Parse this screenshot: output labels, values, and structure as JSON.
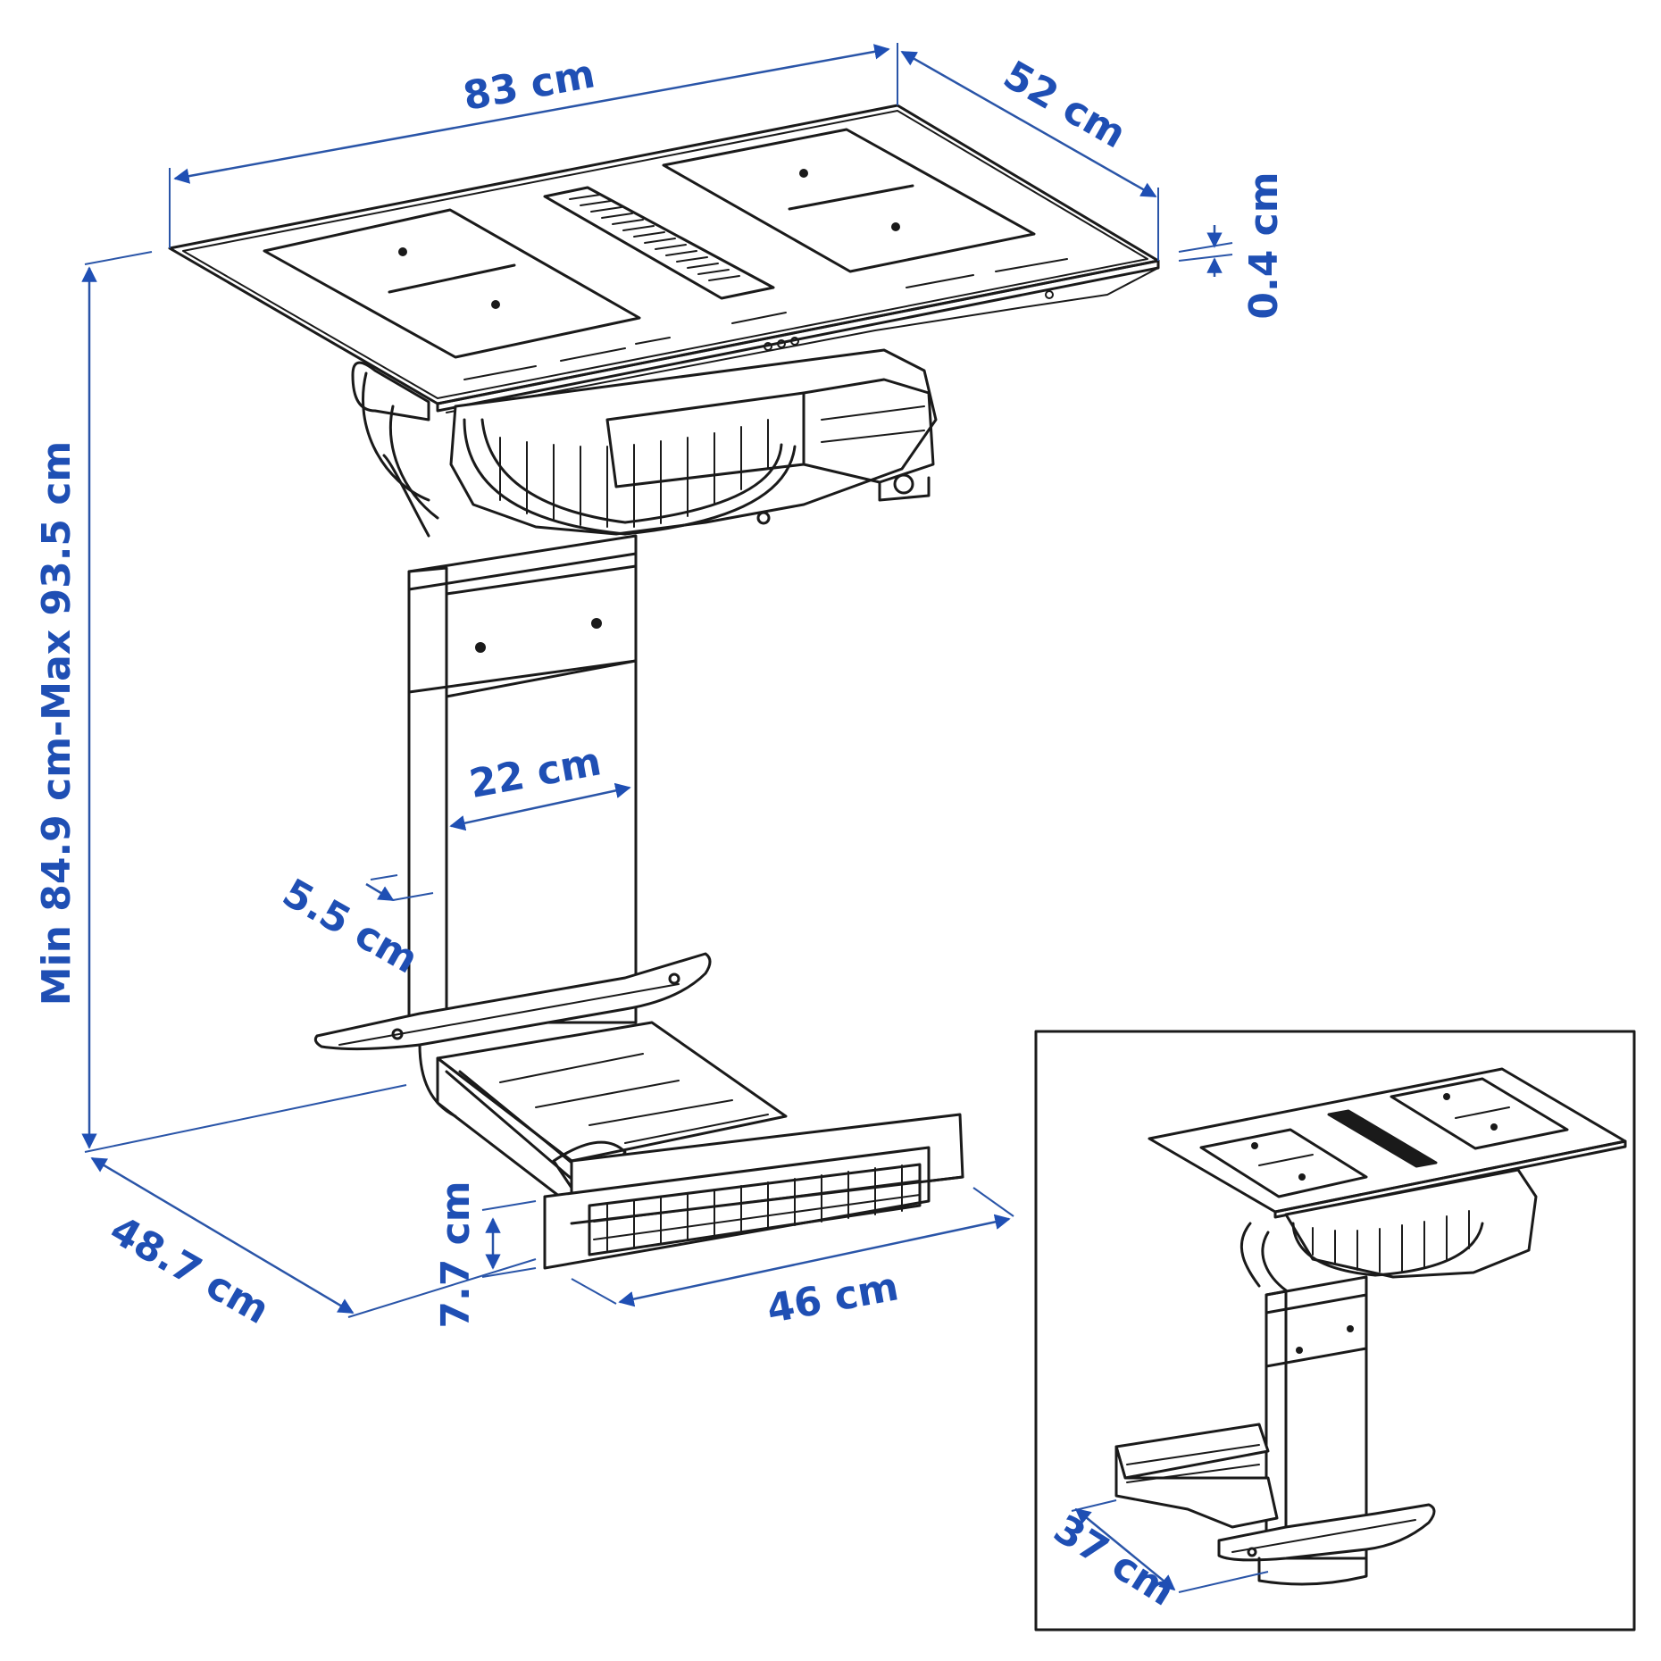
{
  "dimensions": {
    "width_top": "83 cm",
    "depth_top": "52 cm",
    "glass_thickness": "0.4 cm",
    "height_range": "Min 84.9 cm-Max 93.5 cm",
    "duct_width": "22 cm",
    "duct_depth": "5.5 cm",
    "overall_depth": "48.7 cm",
    "outlet_height": "7.7 cm",
    "outlet_width": "46 cm",
    "inset_outlet_depth": "37 cm"
  },
  "colors": {
    "dimension": "#1f4fb4",
    "line": "#1a1a1a",
    "background": "#ffffff"
  }
}
